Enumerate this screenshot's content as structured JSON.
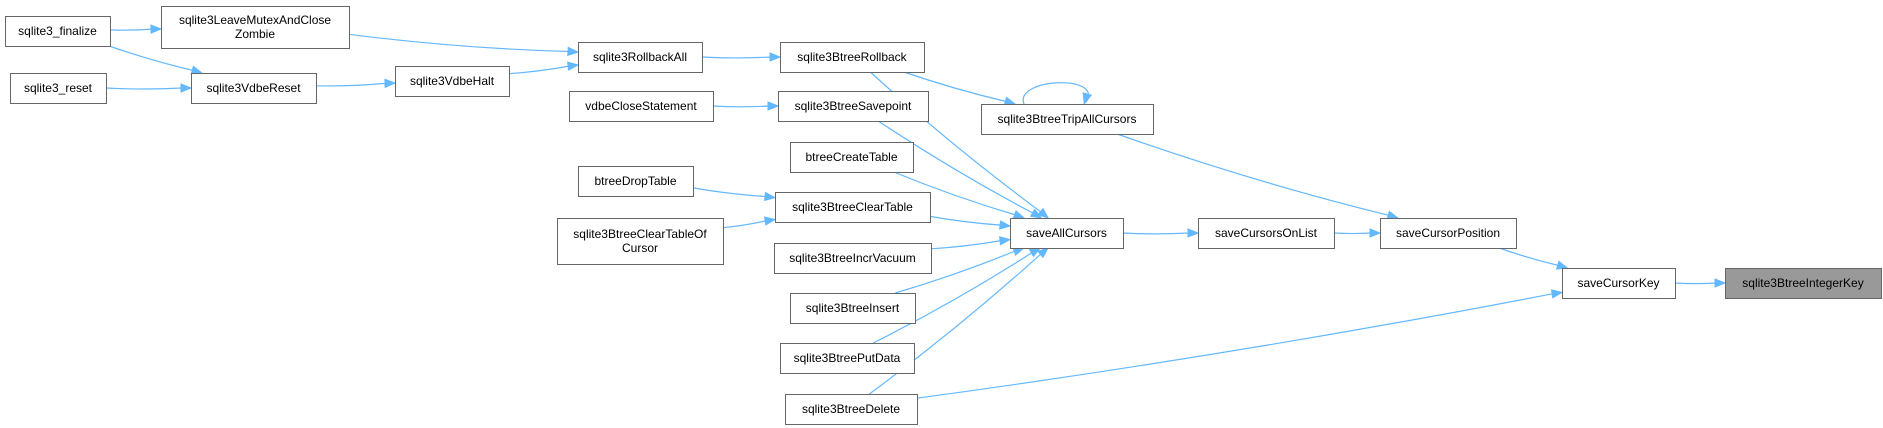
{
  "colors": {
    "edge": "#63b8ff",
    "node_border": "#666666",
    "focus_fill": "#999999",
    "node_fill": "#ffffff"
  },
  "nodes": [
    {
      "id": "finalize",
      "lines": [
        "sqlite3_finalize"
      ]
    },
    {
      "id": "reset",
      "lines": [
        "sqlite3_reset"
      ]
    },
    {
      "id": "leaveMutex",
      "lines": [
        "sqlite3LeaveMutexAndClose",
        "Zombie"
      ]
    },
    {
      "id": "vdbeReset",
      "lines": [
        "sqlite3VdbeReset"
      ]
    },
    {
      "id": "vdbeHalt",
      "lines": [
        "sqlite3VdbeHalt"
      ]
    },
    {
      "id": "rollbackAll",
      "lines": [
        "sqlite3RollbackAll"
      ]
    },
    {
      "id": "vdbeCloseStmt",
      "lines": [
        "vdbeCloseStatement"
      ]
    },
    {
      "id": "btreeDropTable",
      "lines": [
        "btreeDropTable"
      ]
    },
    {
      "id": "clearTableOfCursor",
      "lines": [
        "sqlite3BtreeClearTableOf",
        "Cursor"
      ]
    },
    {
      "id": "btreeRollback",
      "lines": [
        "sqlite3BtreeRollback"
      ]
    },
    {
      "id": "btreeSavepoint",
      "lines": [
        "sqlite3BtreeSavepoint"
      ]
    },
    {
      "id": "btreeCreateTable",
      "lines": [
        "btreeCreateTable"
      ]
    },
    {
      "id": "btreeClearTable",
      "lines": [
        "sqlite3BtreeClearTable"
      ]
    },
    {
      "id": "incrVacuum",
      "lines": [
        "sqlite3BtreeIncrVacuum"
      ]
    },
    {
      "id": "btreeInsert",
      "lines": [
        "sqlite3BtreeInsert"
      ]
    },
    {
      "id": "btreePutData",
      "lines": [
        "sqlite3BtreePutData"
      ]
    },
    {
      "id": "btreeDelete",
      "lines": [
        "sqlite3BtreeDelete"
      ]
    },
    {
      "id": "tripAllCursors",
      "lines": [
        "sqlite3BtreeTripAllCursors"
      ]
    },
    {
      "id": "saveAllCursors",
      "lines": [
        "saveAllCursors"
      ]
    },
    {
      "id": "saveCursorsOnList",
      "lines": [
        "saveCursorsOnList"
      ]
    },
    {
      "id": "saveCursorPosition",
      "lines": [
        "saveCursorPosition"
      ]
    },
    {
      "id": "saveCursorKey",
      "lines": [
        "saveCursorKey"
      ]
    },
    {
      "id": "integerKey",
      "lines": [
        "sqlite3BtreeIntegerKey"
      ],
      "focus": true
    }
  ],
  "edges": [
    {
      "from": "finalize",
      "to": "leaveMutex"
    },
    {
      "from": "finalize",
      "to": "vdbeReset"
    },
    {
      "from": "reset",
      "to": "vdbeReset"
    },
    {
      "from": "leaveMutex",
      "to": "rollbackAll"
    },
    {
      "from": "vdbeReset",
      "to": "vdbeHalt"
    },
    {
      "from": "vdbeHalt",
      "to": "rollbackAll"
    },
    {
      "from": "rollbackAll",
      "to": "btreeRollback"
    },
    {
      "from": "vdbeCloseStmt",
      "to": "btreeSavepoint"
    },
    {
      "from": "btreeDropTable",
      "to": "btreeClearTable"
    },
    {
      "from": "clearTableOfCursor",
      "to": "btreeClearTable"
    },
    {
      "from": "btreeRollback",
      "to": "tripAllCursors"
    },
    {
      "from": "btreeRollback",
      "to": "saveAllCursors"
    },
    {
      "from": "btreeSavepoint",
      "to": "saveAllCursors"
    },
    {
      "from": "btreeCreateTable",
      "to": "saveAllCursors"
    },
    {
      "from": "btreeClearTable",
      "to": "saveAllCursors"
    },
    {
      "from": "incrVacuum",
      "to": "saveAllCursors"
    },
    {
      "from": "btreeInsert",
      "to": "saveAllCursors"
    },
    {
      "from": "btreePutData",
      "to": "saveAllCursors"
    },
    {
      "from": "btreeDelete",
      "to": "saveAllCursors"
    },
    {
      "from": "btreeDelete",
      "to": "saveCursorKey"
    },
    {
      "from": "tripAllCursors",
      "to": "tripAllCursors"
    },
    {
      "from": "tripAllCursors",
      "to": "saveCursorPosition"
    },
    {
      "from": "saveAllCursors",
      "to": "saveCursorsOnList"
    },
    {
      "from": "saveCursorsOnList",
      "to": "saveCursorPosition"
    },
    {
      "from": "saveCursorPosition",
      "to": "saveCursorKey"
    },
    {
      "from": "saveCursorKey",
      "to": "integerKey"
    }
  ]
}
